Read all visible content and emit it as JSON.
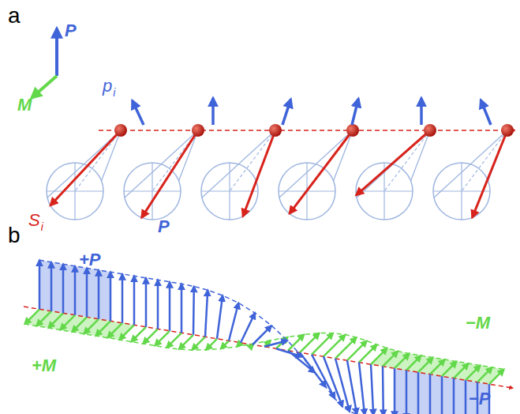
{
  "diagram": {
    "labels": [
      "a",
      "P",
      "M",
      "p",
      "i",
      "S",
      "i",
      "P",
      "b",
      "+P",
      "−M",
      "+M",
      "−P"
    ]
  }
}
